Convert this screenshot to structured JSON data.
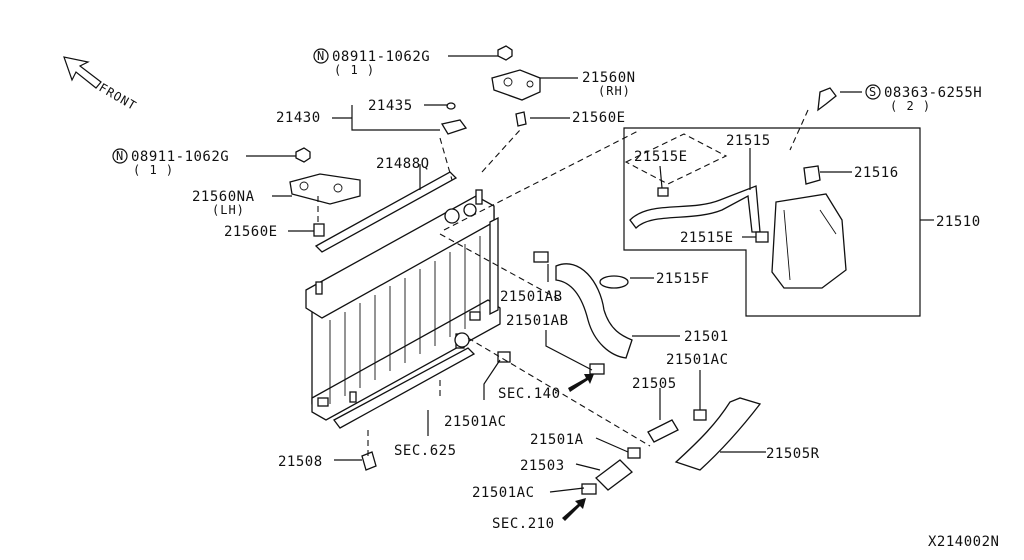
{
  "labels": {
    "front": "FRONT",
    "nut_top_code": "08911-1062G",
    "nut_top_qty": "( 1 )",
    "nut_left_code": "08911-1062G",
    "nut_left_qty": "( 1 )",
    "screw_code": "08363-6255H",
    "screw_qty": "( 2 )",
    "p21560N": "21560N",
    "p21560N_side": "(RH)",
    "p21560E_top": "21560E",
    "p21435": "21435",
    "p21430": "21430",
    "p21488Q": "21488Q",
    "p21560NA": "21560NA",
    "p21560NA_side": "(LH)",
    "p21560E_left": "21560E",
    "p21515": "21515",
    "p21515E_a": "21515E",
    "p21515E_b": "21515E",
    "p21516": "21516",
    "p21510": "21510",
    "p21515F": "21515F",
    "p21501AB_a": "21501AB",
    "p21501AB_b": "21501AB",
    "p21501": "21501",
    "p21501AC_a": "21501AC",
    "p21501AC_b": "21501AC",
    "p21501AC_c": "21501AC",
    "p21505": "21505",
    "p21505R": "21505R",
    "p21501A": "21501A",
    "p21503": "21503",
    "p21508": "21508",
    "sec140": "SEC.140",
    "sec625": "SEC.625",
    "sec210": "SEC.210",
    "diagram_id": "X214002N"
  },
  "symbols": {
    "nut_symbol": "N",
    "screw_symbol": "S"
  }
}
